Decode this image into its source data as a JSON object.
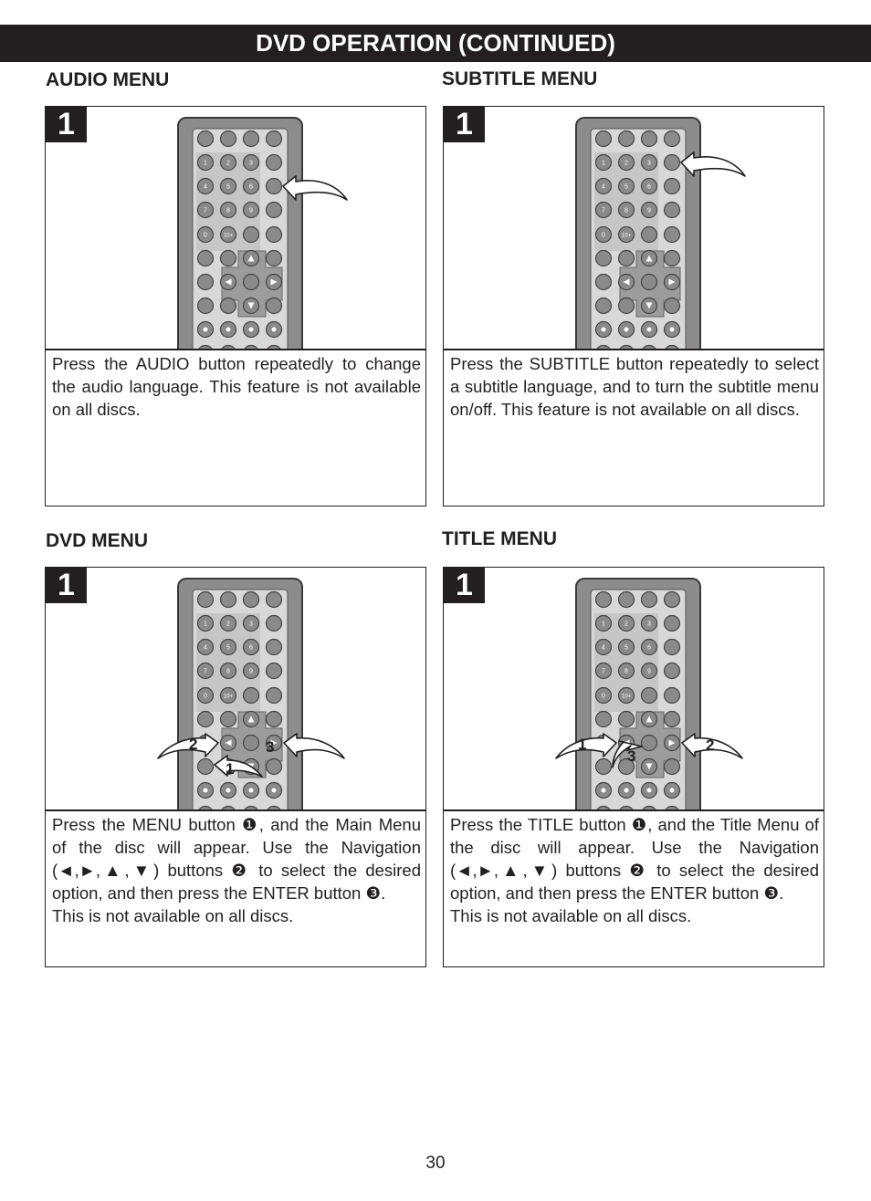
{
  "header": {
    "title": "DVD OPERATION (CONTINUED)"
  },
  "sections": [
    {
      "id": "audio",
      "title": "AUDIO MENU",
      "step": "1",
      "description": "Press the AUDIO button repeatedly to change the audio language. This feature is not available on all discs.",
      "note": ""
    },
    {
      "id": "subtitle",
      "title": "SUBTITLE MENU",
      "step": "1",
      "description": "Press the SUBTITLE button repeatedly to select a subtitle language, and to turn the subtitle menu on/off. This feature is not available on all discs.",
      "note": ""
    },
    {
      "id": "dvd",
      "title": "DVD MENU",
      "step": "1",
      "callouts": [
        "1",
        "2",
        "3"
      ],
      "description": "Press the MENU button ❶, and the Main Menu of the disc will appear. Use the Navigation (◄,►,▲,▼) buttons ❷ to select the desired option, and then press the ENTER button ❸.",
      "note": "This is not available on all discs."
    },
    {
      "id": "title",
      "title": "TITLE MENU",
      "step": "1",
      "callouts": [
        "1",
        "2",
        "3"
      ],
      "description": "Press the TITLE button ❶, and the Title Menu of the disc will appear. Use the Navigation (◄,►,▲,▼) buttons ❷ to select the desired option, and then press the ENTER button ❸.",
      "note": "This is not available on all discs."
    }
  ],
  "remote": {
    "number_keys": [
      "1",
      "2",
      "3",
      "4",
      "5",
      "6",
      "7",
      "8",
      "9",
      "0",
      "10+"
    ]
  },
  "footer": {
    "page_number": "30"
  }
}
